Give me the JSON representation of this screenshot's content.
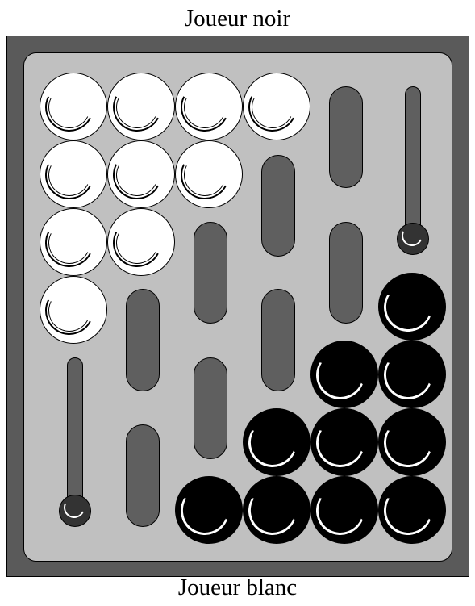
{
  "labels": {
    "top_player": "Joueur noir",
    "bottom_player": "Joueur blanc"
  },
  "colors": {
    "frame": "#5a5a5a",
    "board": "#c0c0c0",
    "slot": "#5f5f5f",
    "white_piece": "#ffffff",
    "black_piece": "#000000"
  },
  "pieces": {
    "white_count": 10,
    "black_count": 10
  }
}
